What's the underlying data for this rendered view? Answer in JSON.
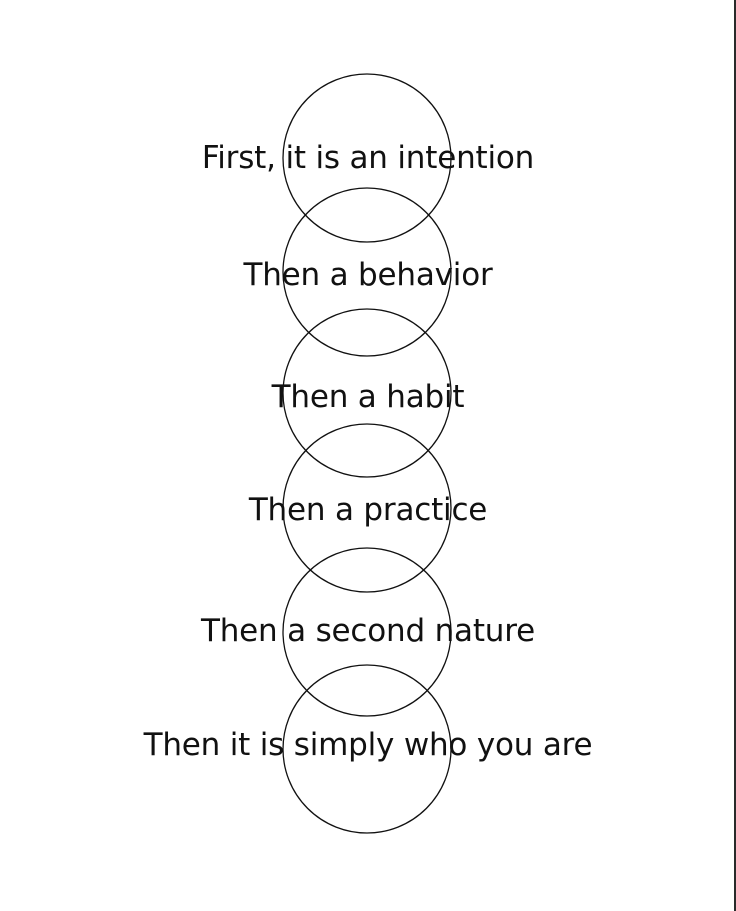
{
  "lines": [
    "First, it is an intention",
    "Then a behavior",
    "Then a habit",
    "Then a practice",
    "Then a second nature",
    "Then it is simply who you are"
  ],
  "colors": {
    "background": "#ffffff",
    "ink": "#111111"
  }
}
